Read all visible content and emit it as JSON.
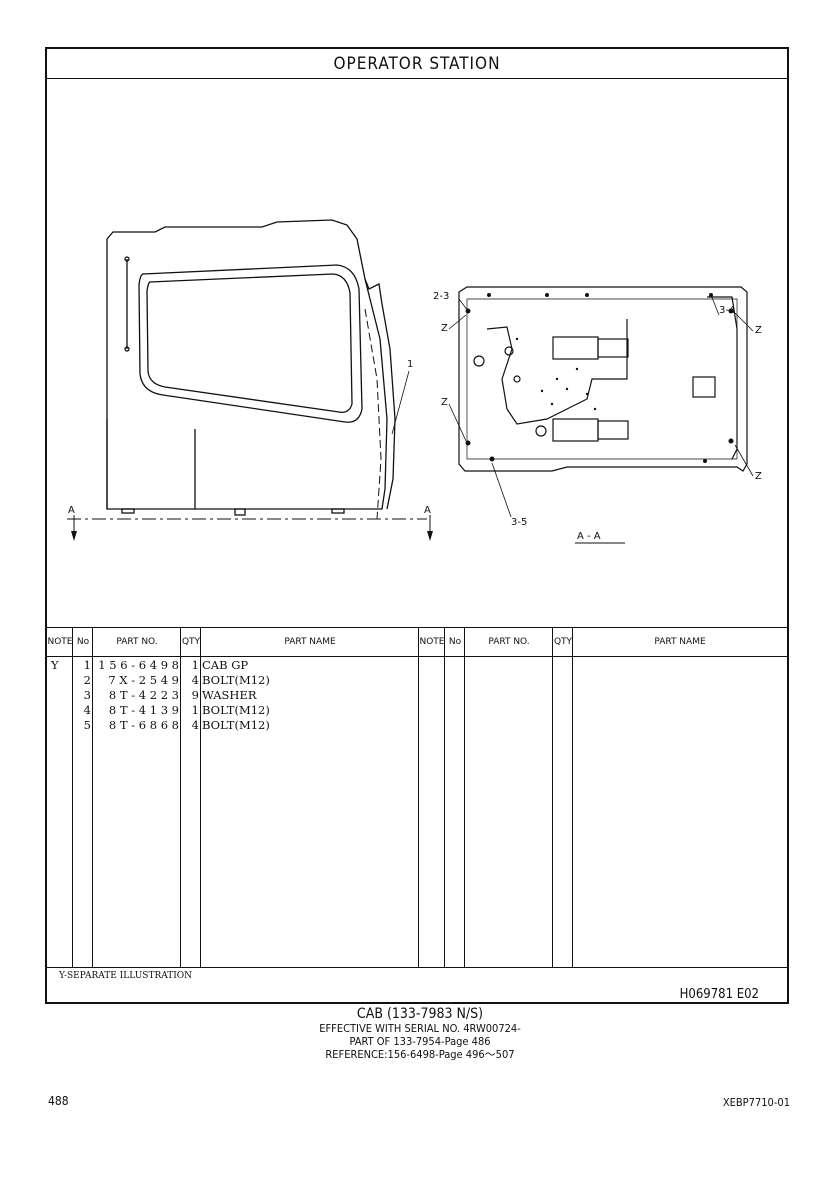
{
  "title": "OPERATOR STATION",
  "drawing": {
    "callouts": {
      "cab": "1",
      "c23": "2-3",
      "c34": "3-4",
      "c35": "3-5",
      "z": "Z",
      "section_mark": "A",
      "section_view": "A - A"
    }
  },
  "table": {
    "headers": {
      "note": "NOTE",
      "no": "No",
      "part_no": "PART NO.",
      "qty": "QTY",
      "part_name": "PART NAME"
    },
    "rows": [
      {
        "note": "Y",
        "no": "1",
        "part_no": "1 5 6 - 6 4 9 8",
        "qty": "1",
        "name": "CAB GP"
      },
      {
        "note": "",
        "no": "2",
        "part_no": "7 X - 2 5 4 9",
        "qty": "4",
        "name": "BOLT(M12)"
      },
      {
        "note": "",
        "no": "3",
        "part_no": "8 T - 4 2 2 3",
        "qty": "9",
        "name": "WASHER"
      },
      {
        "note": "",
        "no": "4",
        "part_no": "8 T - 4 1 3 9",
        "qty": "1",
        "name": "BOLT(M12)"
      },
      {
        "note": "",
        "no": "5",
        "part_no": "8 T - 6 8 6 8",
        "qty": "4",
        "name": "BOLT(M12)"
      }
    ]
  },
  "footer": {
    "separate_note": "Y-SEPARATE ILLUSTRATION",
    "illustration_ref": "H069781 E02"
  },
  "caption": {
    "line1": "CAB (133-7983 N/S)",
    "line2": "EFFECTIVE WITH SERIAL NO. 4RW00724-",
    "line3": "PART OF 133-7954-Page 486",
    "line4": "REFERENCE:156-6498-Page 496～507"
  },
  "page_number": "488",
  "doc_id": "XEBP7710-01"
}
